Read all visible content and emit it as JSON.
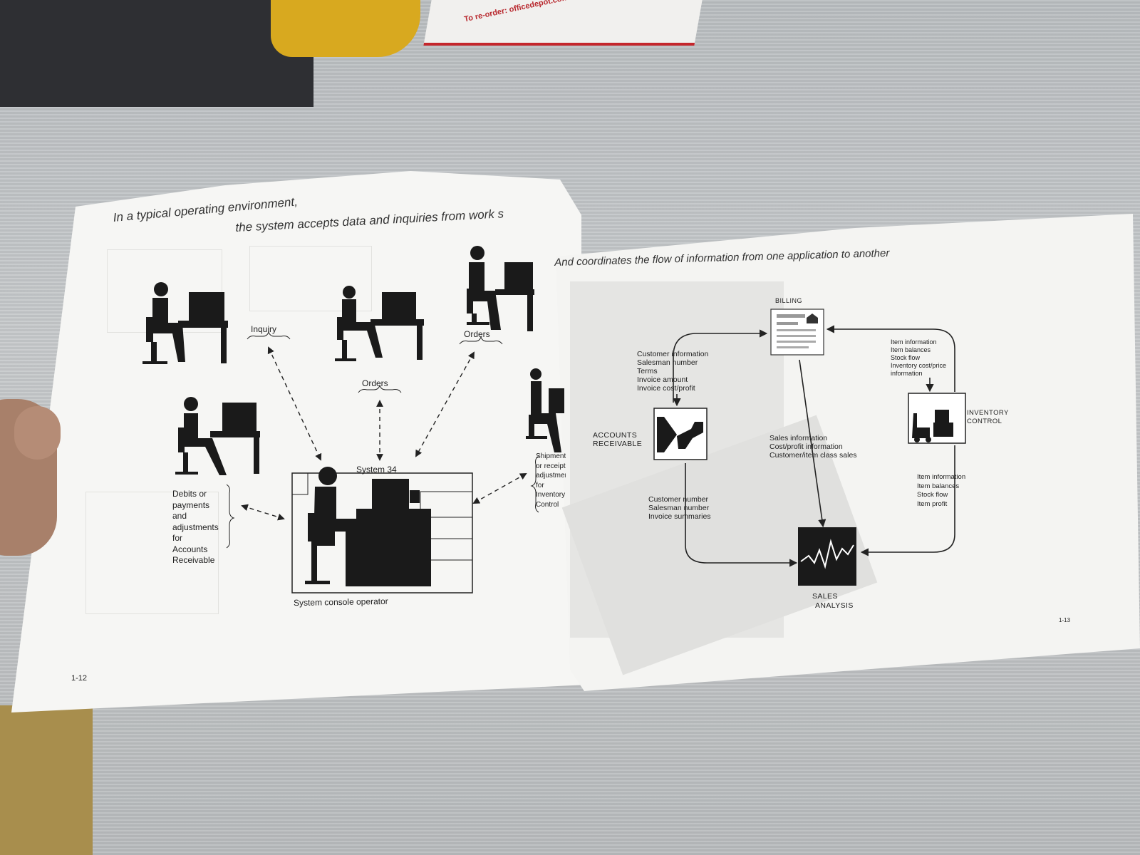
{
  "background": {
    "box_text": "To re-order: officedepot.com"
  },
  "left_page": {
    "heading_line1": "In a typical operating environment,",
    "heading_line2": "the system accepts data and inquiries from work s",
    "labels": {
      "inquiry": "Inquiry",
      "orders_center": "Orders",
      "orders_right": "Orders",
      "system": "System 34",
      "console": "System console operator",
      "debits": [
        "Debits or",
        "payments",
        "and",
        "adjustments",
        "for",
        "Accounts",
        "Receivable"
      ],
      "shipments": [
        "Shipments",
        "or receipts and",
        "adjustments",
        "for",
        "Inventory",
        "Control"
      ]
    },
    "page_number": "1-12"
  },
  "right_page": {
    "heading": "And coordinates the flow of information from one application to another",
    "billing": "BILLING",
    "accounts_receivable": [
      "ACCOUNTS",
      "RECEIVABLE"
    ],
    "inventory_control": [
      "INVENTORY",
      "CONTROL"
    ],
    "sales_analysis": [
      "SALES",
      "ANALYSIS"
    ],
    "customer_info": [
      "Customer information",
      "Salesman number",
      "Terms",
      "Invoice amount",
      "Invoice cost/profit"
    ],
    "item_info_top": [
      "Item information",
      "Item balances",
      "Stock flow",
      "Inventory cost/price",
      "information"
    ],
    "sales_info": [
      "Sales information",
      "Cost/profit information",
      "Customer/item class sales"
    ],
    "customer_number": [
      "Customer number",
      "Salesman number",
      "Invoice summaries"
    ],
    "item_info_bottom": [
      "Item information",
      "Item balances",
      "Stock flow",
      "Item profit"
    ],
    "page_number": "1-13"
  }
}
